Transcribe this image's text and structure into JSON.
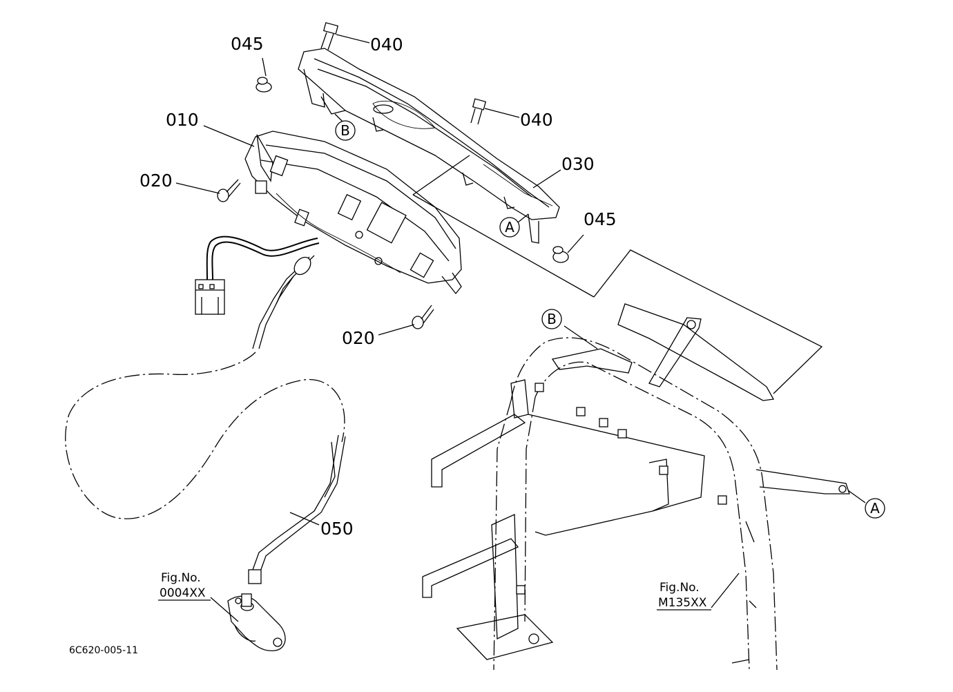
{
  "diagram": {
    "code": "6C620-005-11",
    "callouts": [
      {
        "id": "c040a",
        "text": "040"
      },
      {
        "id": "c045a",
        "text": "045"
      },
      {
        "id": "c040b",
        "text": "040"
      },
      {
        "id": "c010",
        "text": "010"
      },
      {
        "id": "c020a",
        "text": "020"
      },
      {
        "id": "c030",
        "text": "030"
      },
      {
        "id": "c045b",
        "text": "045"
      },
      {
        "id": "c020b",
        "text": "020"
      },
      {
        "id": "c050",
        "text": "050"
      }
    ],
    "markers": {
      "b_top": "B",
      "a_mid": "A",
      "b_frame": "B",
      "a_frame": "A"
    },
    "fig_refs": {
      "left": {
        "title": "Fig.No.",
        "number": "0004XX"
      },
      "right": {
        "title": "Fig.No.",
        "number": "M135XX"
      }
    }
  }
}
